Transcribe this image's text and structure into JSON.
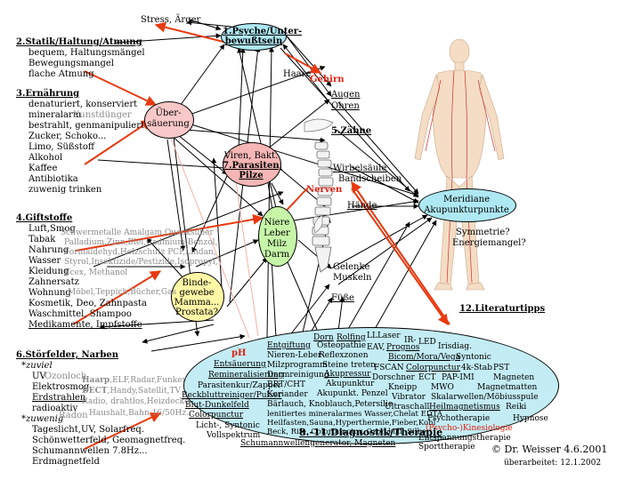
{
  "colors": {
    "psyche_node": "#aee8f3",
    "acid_node": "#f9c8c8",
    "parasite_node": "#f6b6b6",
    "organ_node": "#c6f5a8",
    "tissue_node": "#fff6a6",
    "meridian_node": "#aee8f3",
    "diagnostics_node": "#c3ecf4",
    "arrow_red": "#e83a10",
    "text_gray": "#8c8c8c",
    "text_red": "#e02010"
  },
  "stress": "Stress, Ärger",
  "psyche": {
    "line1": "1.Psyche/Unter-",
    "line2": "bewußtsein"
  },
  "statik": {
    "heading": "2.Statik/Haltung/Atmung",
    "items": [
      "bequem, Haltungsmängel",
      "Bewegungsmangel",
      "flache Atmung"
    ]
  },
  "ernaehrung": {
    "heading": "3.Ernährung",
    "items": [
      "denaturiert, konserviert",
      "mineralarm",
      "bestrahlt, genmanipuliert",
      "Zucker, Schoko...",
      "Limo, Süßstoff",
      "Alkohol",
      "Kaffee",
      "Antibiotika",
      "zuwenig trinken"
    ],
    "kunstduenger": "Kunstdünger"
  },
  "uebersaeuerung": {
    "line1": "Über-",
    "line2": "säuerung"
  },
  "haare": "Haare",
  "gehirn": "Gehirn",
  "ohr_items": [
    "Augen",
    "Ohren"
  ],
  "zaehne": "5.Zähne",
  "parasiten": {
    "line1": "Viren, Bakt.",
    "line2": "7.Parasiten,",
    "line3": "Pilze"
  },
  "wirbelsaeule": "Wirbelsäule",
  "bandscheiben": "Bandscheiben",
  "nerven": "Nerven",
  "haende": "Hände",
  "meridiane": {
    "line1": "Meridiane",
    "line2": "Akupunkturpunkte"
  },
  "symmetrie": {
    "line1": "Symmetrie?",
    "line2": "Energiemangel?"
  },
  "giftstoffe": {
    "heading": "4.Giftstoffe",
    "items": [
      "Luft,Smog",
      "Tabak",
      "Nahrung",
      "Wasser",
      "Kleidung",
      "Zahnersatz",
      "Wohnung",
      "Kosmetik, Deo, Zahnpasta",
      "Waschmittel, Shampoo",
      "Medikamente, Impfstoffe"
    ],
    "gray_items": [
      "Schwermetalle Amalgam,Quecksilber",
      "Palladium,Zinn,Blei,Cadmium,Benzol,",
      "Formaldehyd,Holzschutz PCP,Lindan,",
      "Styrol,Insektizide/Pestizide,Isopropyl,",
      "Ecex, Methanol",
      "Möbel,Teppich,Bücher,Gas"
    ]
  },
  "organe": {
    "line1": "Niere",
    "line2": "Leber",
    "line3": "Milz",
    "line4": "Darm"
  },
  "gelenke": {
    "line1": "Gelenke",
    "line2": "Muskeln"
  },
  "fuesse": "Füße",
  "bindegewebe": {
    "line1": "Binde-",
    "line2": "gewebe",
    "line3": "Mamma...",
    "line4": "Prostata?"
  },
  "literatur": "12.Literaturtipps",
  "stoerfelder": {
    "heading": "6.Störfelder, Narben",
    "suviel": "*zuviel",
    "items": [
      "UV",
      "Elektrosmog",
      "Erdstrahlen",
      "radioaktiv"
    ],
    "ozonloch": "Ozonloch",
    "radon": "Radon",
    "zuwenig": "*zuwenig",
    "zuwenig_items": [
      "Tageslicht,UV, Solarfreq.",
      "Schönwetterfeld, Geomagnetfreq.",
      "Schumannwellen 7.8Hz...",
      "Erdmagnetfeld"
    ],
    "gray_rows": [
      {
        "bold": "Haarp",
        "rest": ",ELF,Radar,Funker"
      },
      {
        "bold": "DECT",
        "rest": ",Handy,Satellit,TV"
      },
      {
        "bold": "",
        "rest": "Radio, drahtlos,Heizdecke"
      },
      {
        "bold": "",
        "rest": "Haushalt,Bahn,16/50Hz..."
      }
    ]
  },
  "diagnostik": {
    "title": "8.-11.Diagnostik/Therapie",
    "ph": "pH",
    "left_items": [
      "Entsäuerung",
      "Remineralisierung",
      "Parasitenkur/Zapper",
      "Beckbluttreiniger/Pulser",
      "Blut-Dunkelfeld",
      "Colorpunctur",
      "Licht-, Syntonic",
      "Vollspektrum",
      "Schumannwellengenerator, Magneten"
    ],
    "top_items": [
      "Dorn",
      "Rolfing",
      "LLLaser",
      "IR-",
      "LED",
      "Irisdiag.",
      "Entgiftung",
      "Osteopathie",
      "EAV,",
      "Prognos",
      "Nieren-Leber-",
      "Reflexzonen",
      "Bicom/Mora/Vega",
      "Syntonic",
      "Milzprogramm",
      "Steine treten",
      "FSCAN",
      "Colorpunctur",
      "4k-Stab",
      "PST",
      "Darmreinigung",
      "Akupressur",
      "Dorschner",
      "ECT",
      "PAP-IMI",
      "Magneten",
      "BRT/CHT",
      "Akupunktur",
      "Kneipp",
      "MWO",
      "Magnetmatten",
      "Koriander",
      "Akupunkt. Penzel",
      "Vibrator",
      "Skalarwellen/Möbiusspule",
      "Bärlauch, Knoblauch,Petersilie",
      "Ultraschall",
      "Heilmagnetismus",
      "Reiki",
      "lenitiertes mineralarmes Wasser,Chelat EDTA",
      "Heilfasten,Sauna,Hyperthermie,Fieber,Kohl",
      "Psychotherapie",
      "Hypnose",
      "Beck, Rife, Colorpunctur, Ozon,koll. Silber",
      "(Psycho-)Kinesiologie",
      "Entspannungstherapie",
      "Sporttherapie"
    ]
  },
  "copyright": "© Dr. Weisser 4.6.2001",
  "updated": "überarbeitet: 12.1.2002"
}
